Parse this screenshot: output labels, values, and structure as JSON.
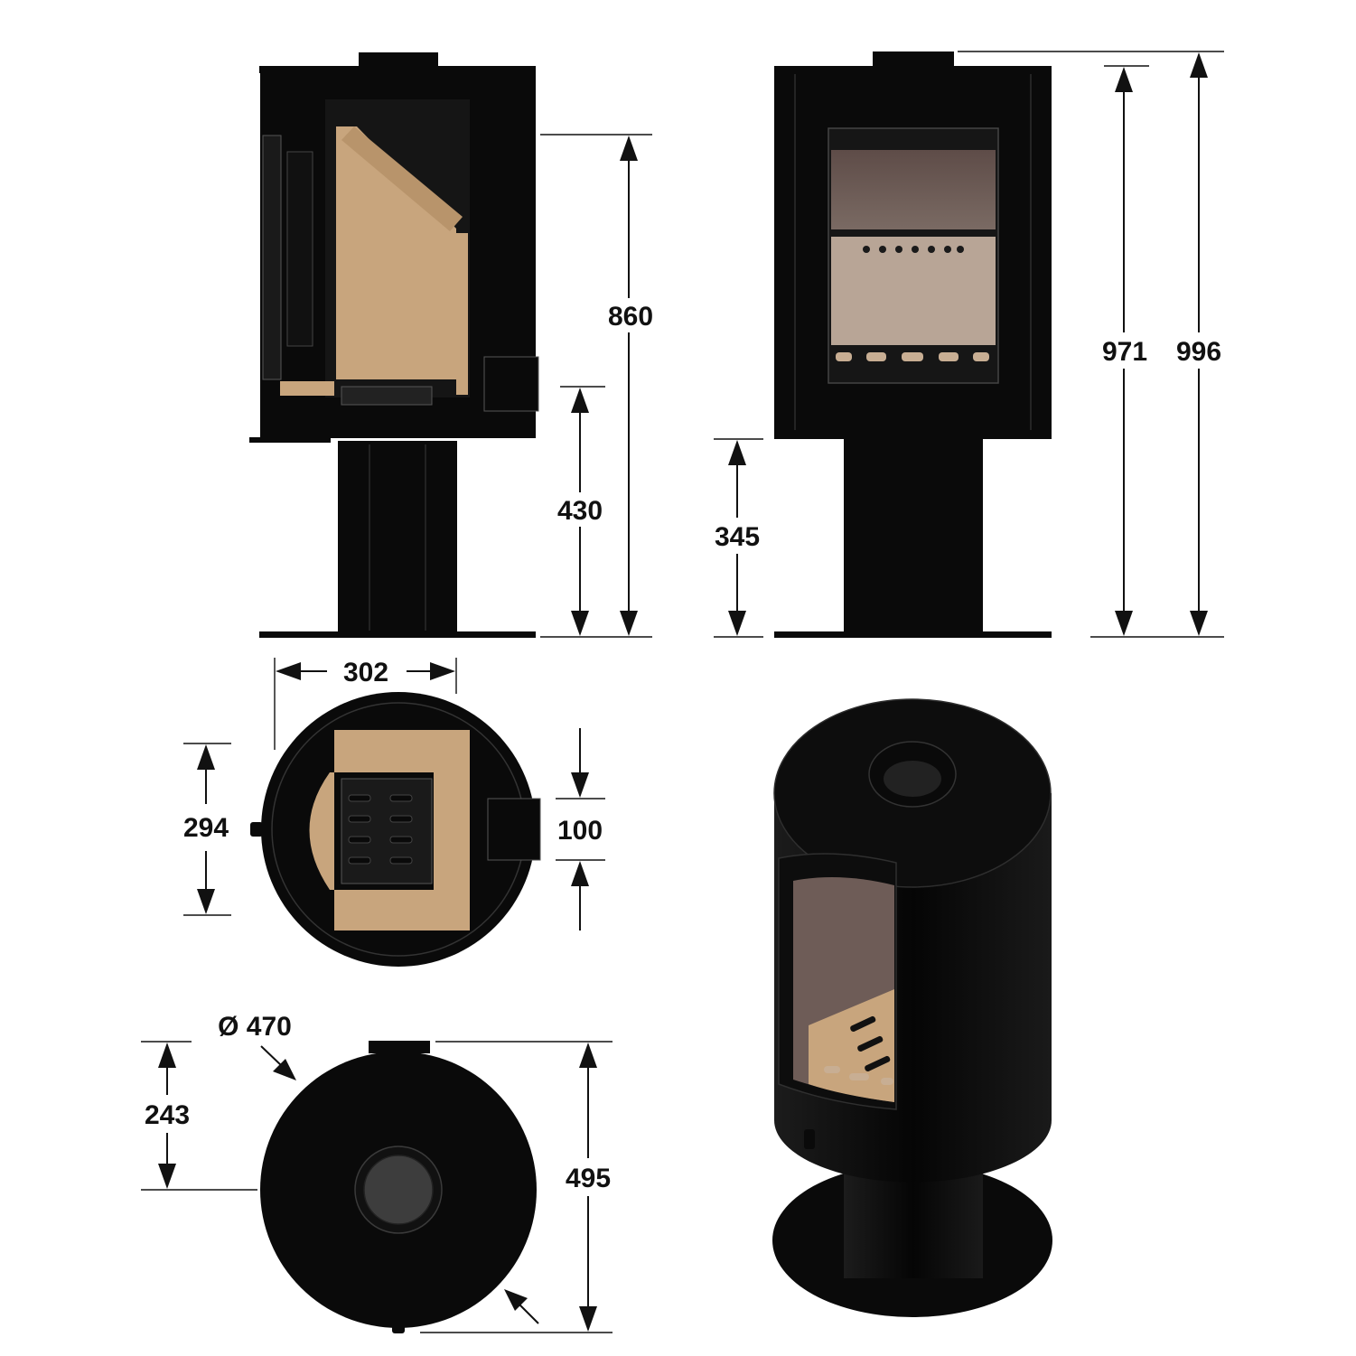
{
  "colors": {
    "stove_body": "#0a0a0a",
    "refractory_lining": "#c8a57d",
    "glass_tint": "#6e5c57",
    "dimension_ink": "#111111",
    "background": "#ffffff"
  },
  "side_view": {
    "dim_overall": "860",
    "dim_outlet": "430"
  },
  "front_view": {
    "dim_height_1": "971",
    "dim_height_2": "996",
    "dim_base": "345"
  },
  "plan_view": {
    "dim_width": "302",
    "dim_depth": "294",
    "dim_flue": "100"
  },
  "top_view": {
    "dim_diameter": "Ø 470",
    "dim_offset": "243",
    "dim_depth": "495"
  },
  "icons": [
    "side-section-view",
    "front-view",
    "plan-section-view",
    "top-view",
    "perspective-view"
  ]
}
